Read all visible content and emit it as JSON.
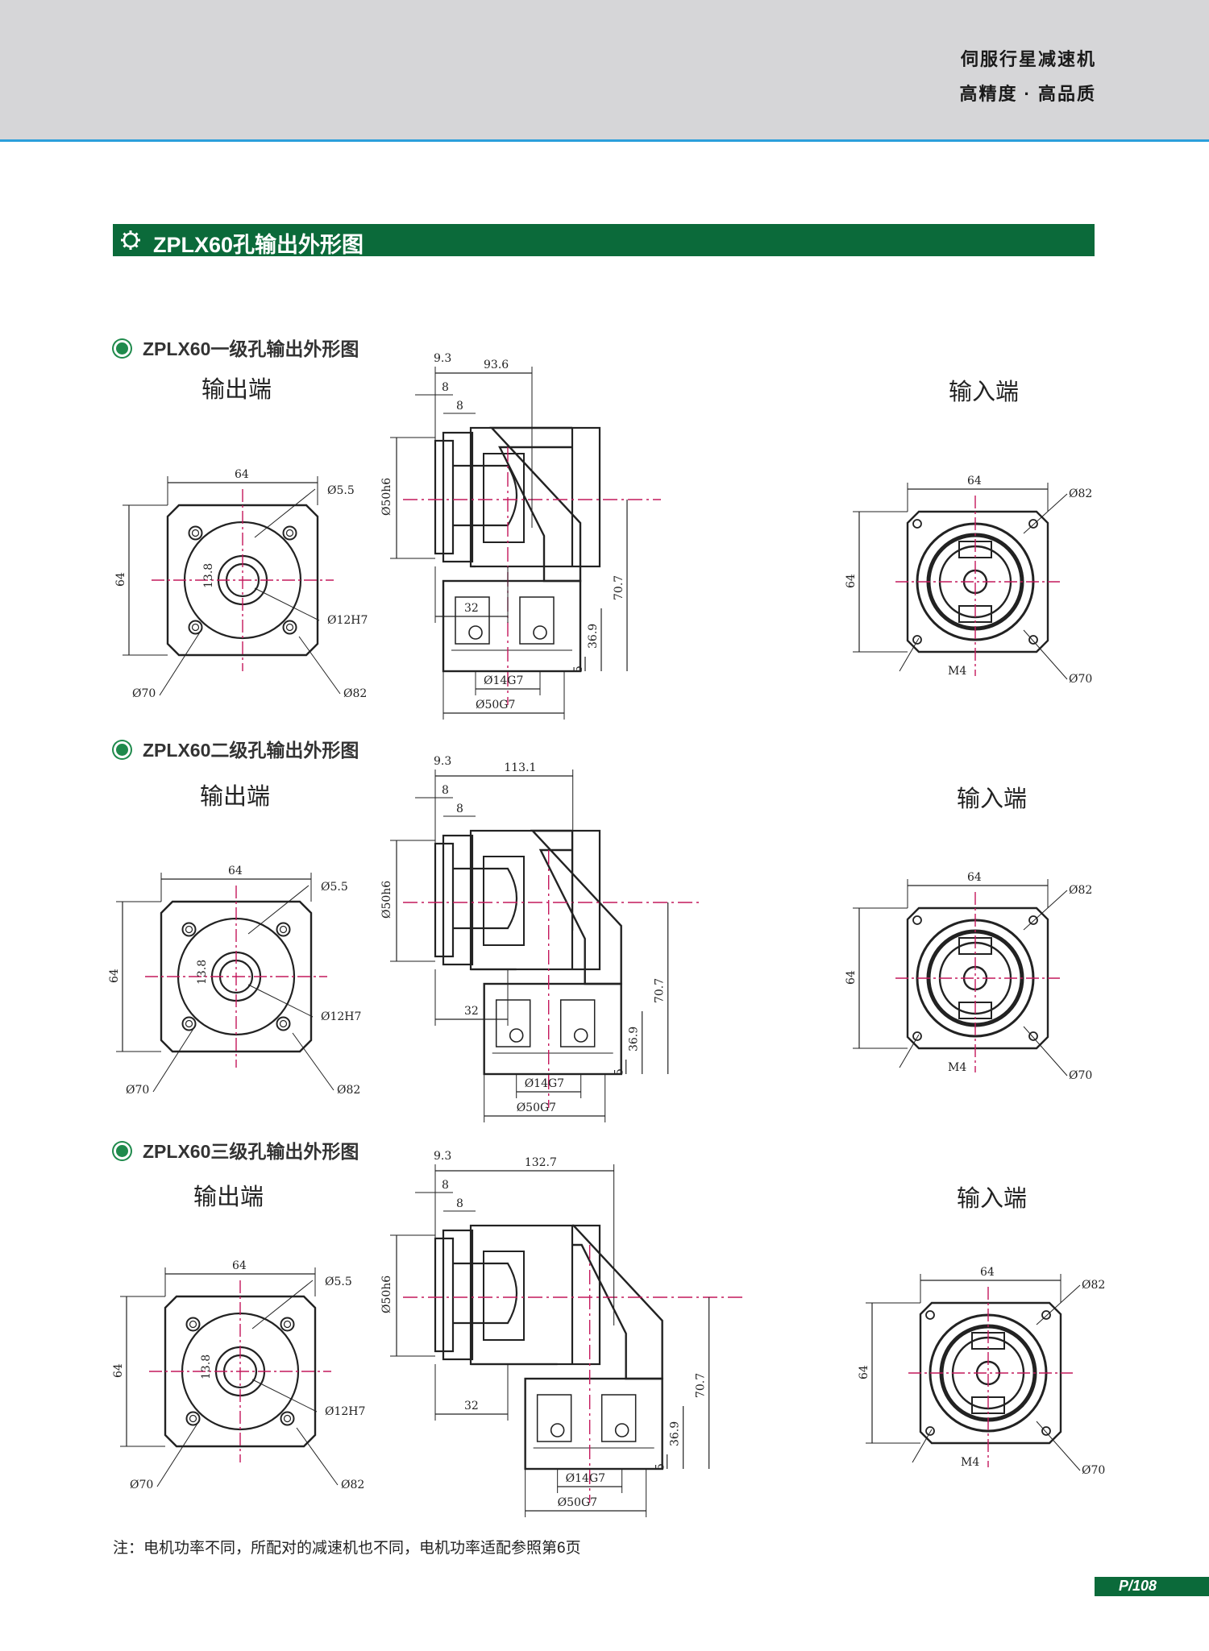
{
  "header": {
    "line1": "伺服行星减速机",
    "line2": "高精度 · 高品质",
    "accent_color": "#2b9fdb"
  },
  "title": {
    "text": "ZPLX60孔输出外形图",
    "icon": "gear-icon",
    "bar_color": "#0b6a3a"
  },
  "sections": [
    {
      "subtitle": "ZPLX60一级孔输出外形图",
      "output_label": "输出端",
      "input_label": "输入端",
      "dims": {
        "left_w": "64",
        "left_h": "64",
        "hole": "Ø5.5",
        "d70": "Ø70",
        "d82": "Ø82",
        "bore": "Ø12H7",
        "key": "13.8",
        "d50h6": "Ø50h6",
        "d93": "9.3",
        "d8a": "8",
        "d8b": "8",
        "length": "93.6",
        "d32": "32",
        "d70_7": "70.7",
        "d36_9": "36.9",
        "d5": "5",
        "d14g7": "Ø14G7",
        "d50g7": "Ø50G7",
        "right_w": "64",
        "right_h": "64",
        "r82": "Ø82",
        "r70": "Ø70",
        "m4": "M4"
      }
    },
    {
      "subtitle": "ZPLX60二级孔输出外形图",
      "output_label": "输出端",
      "input_label": "输入端",
      "dims": {
        "left_w": "64",
        "left_h": "64",
        "hole": "Ø5.5",
        "d70": "Ø70",
        "d82": "Ø82",
        "bore": "Ø12H7",
        "key": "13.8",
        "d50h6": "Ø50h6",
        "d93": "9.3",
        "d8a": "8",
        "d8b": "8",
        "length": "113.1",
        "d32": "32",
        "d70_7": "70.7",
        "d36_9": "36.9",
        "d5": "5",
        "d14g7": "Ø14G7",
        "d50g7": "Ø50G7",
        "right_w": "64",
        "right_h": "64",
        "r82": "Ø82",
        "r70": "Ø70",
        "m4": "M4"
      }
    },
    {
      "subtitle": "ZPLX60三级孔输出外形图",
      "output_label": "输出端",
      "input_label": "输入端",
      "dims": {
        "left_w": "64",
        "left_h": "64",
        "hole": "Ø5.5",
        "d70": "Ø70",
        "d82": "Ø82",
        "bore": "Ø12H7",
        "key": "13.8",
        "d50h6": "Ø50h6",
        "d93": "9.3",
        "d8a": "8",
        "d8b": "8",
        "length": "132.7",
        "d32": "32",
        "d70_7": "70.7",
        "d36_9": "36.9",
        "d5": "5",
        "d14g7": "Ø14G7",
        "d50g7": "Ø50G7",
        "right_w": "64",
        "right_h": "64",
        "r82": "Ø82",
        "r70": "Ø70",
        "m4": "M4"
      }
    }
  ],
  "note": "注：电机功率不同，所配对的减速机也不同，电机功率适配参照第6页",
  "page": "P/108"
}
